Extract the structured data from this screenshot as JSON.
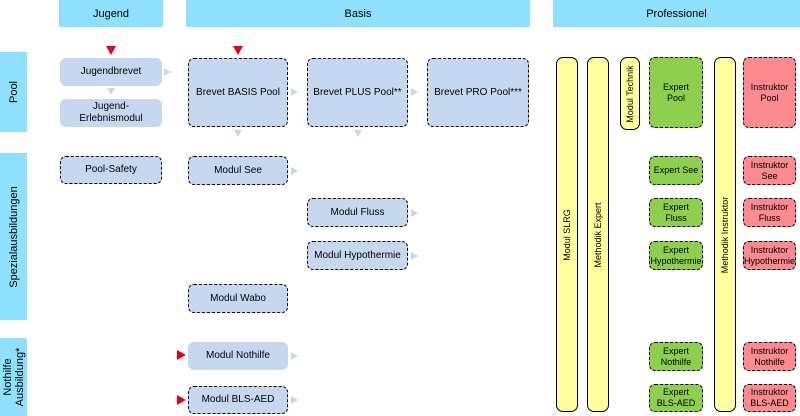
{
  "columns": {
    "jugend": "Jugend",
    "basis": "Basis",
    "professionel": "Professionel"
  },
  "rows": {
    "pool": "Pool",
    "spezial": "Spezialausbildungen",
    "nothilfe": "Nothilfe\nAusbildung*"
  },
  "boxes": {
    "jugendbrevet": "Jugendbrevet",
    "jugend_erlebnis": "Jugend-\nErlebnismodul",
    "pool_safety": "Pool-Safety",
    "brevet_basis": "Brevet BASIS Pool",
    "brevet_plus": "Brevet PLUS Pool**",
    "brevet_pro": "Brevet PRO Pool***",
    "modul_see": "Modul See",
    "modul_fluss": "Modul Fluss",
    "modul_hypothermie": "Modul Hypothermie",
    "modul_wabo": "Modul Wabo",
    "modul_nothilfe": "Modul Nothilfe",
    "modul_bls": "Modul BLS-AED"
  },
  "bars": {
    "modul_slrg": "Modul SLRG",
    "methodik_expert": "Methodik Expert",
    "modul_technik": "Modul Technik",
    "methodik_instruktor": "Methodik Instruktor"
  },
  "expert": {
    "pool": "Expert\nPool",
    "see": "Expert See",
    "fluss": "Expert\nFluss",
    "hypothermie": "Expert\nHypothermie",
    "nothilfe": "Expert\nNothilfe",
    "bls": "Expert\nBLS-AED"
  },
  "instruktor": {
    "pool": "Instruktor\nPool",
    "see": "Instruktor\nSee",
    "fluss": "Instruktor\nFluss",
    "hypothermie": "Instruktor\nHypothermie",
    "nothilfe": "Instruktor\nNothilfe",
    "bls": "Instruktor\nBLS-AED"
  },
  "colors": {
    "header": "#8ee0fc",
    "box": "#c6d8f0",
    "expert": "#8ed04e",
    "instruktor": "#fc8a8e",
    "bar": "#ffffa0",
    "start_arrow": "#e8001a"
  }
}
